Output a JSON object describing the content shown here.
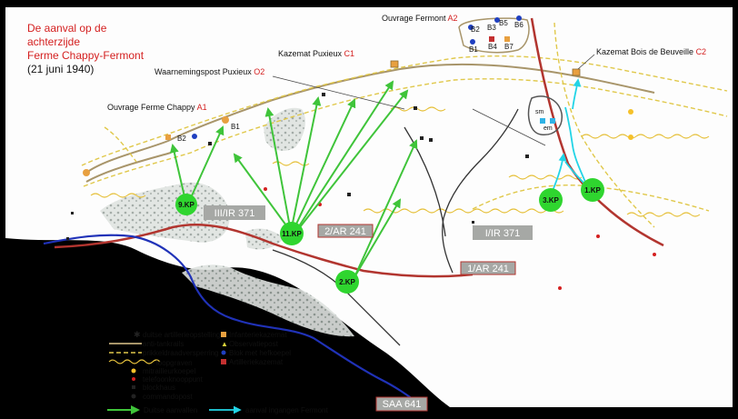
{
  "title": {
    "line1": "De aanval op de",
    "line2": "achterzijde",
    "line3": "Ferme Chappy-Fermont",
    "date": "(21 juni 1940)"
  },
  "places": {
    "ouvrage_fermont": {
      "name": "Ouvrage Fermont ",
      "code": "A2"
    },
    "kazemat_puxieux": {
      "name": "Kazemat Puxieux ",
      "code": "C1"
    },
    "kazemat_beuveille": {
      "name": "Kazemat Bois de Beuveille ",
      "code": "C2"
    },
    "waarnemingspost": {
      "name": "Waarnemingspost Puxieux ",
      "code": "O2"
    },
    "ferme_chappy": {
      "name": "Ouvrage Ferme Chappy ",
      "code": "A1"
    }
  },
  "blocks": {
    "b1": "B1",
    "b2": "B2",
    "b3": "B3",
    "b4": "B4",
    "b5": "B5",
    "b6": "B6",
    "b7": "B7",
    "fermont_b1": "B1",
    "chappy_b1": "B1",
    "chappy_b2": "B2",
    "entrance_sm": "sm",
    "entrance_em": "em"
  },
  "units": {
    "kp9": "9.KP",
    "kp11": "11.KP",
    "kp2": "2.KP",
    "kp3": "3.KP",
    "kp1": "1.KP",
    "ir371_3": "III/IR 371",
    "ar241_2": "2/AR 241",
    "ir371_1": "I/IR 371",
    "ar241_1": "1/AR 241",
    "saa641": "SAA 641"
  },
  "legend": {
    "artillery": "duitse artillerieopstelling",
    "rails": "anti-tankrails",
    "wire": "prikkeldraadversperring",
    "trench": "loopgraven",
    "mg": "mitrailleurkoepel",
    "phone": "telefoonknooppunt",
    "blockhouse": "blockhaus",
    "command": "commandopost",
    "infantry": "Infanteriekazemat",
    "observation": "Observatiepost",
    "retractable": "Blok met hefkoepel",
    "artillery_casemate": "Artilleriekazemat",
    "german_attacks": "Duitse aanvallen",
    "fermont_approach": "aanval ingangen Fermont"
  },
  "colors": {
    "attack": "#3fc43a",
    "attack_unit": "#2fd52f",
    "approach": "#22d4e6",
    "road": "#b2352f",
    "rails": "#a8956a",
    "wire": "#e0c84a",
    "river": "#2032b8",
    "land": "#fdfdfd",
    "forest": "#c9d0cc",
    "title_red": "#d42020"
  }
}
